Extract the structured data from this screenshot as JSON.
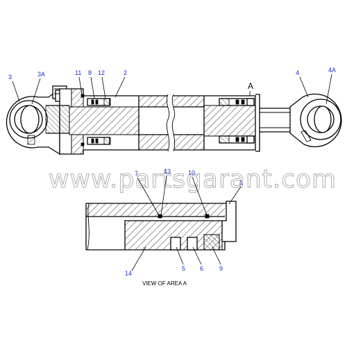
{
  "watermark": "www.partsgarant.com",
  "view_caption": "VIEW OF AREA A",
  "area_marker": "A",
  "callouts": {
    "c3": "3",
    "c3a": "3A",
    "c11": "11",
    "c8": "8",
    "c12": "12",
    "c2": "2",
    "c4": "4",
    "c4a": "4A",
    "c7": "7",
    "c13": "13",
    "c10": "10",
    "c1": "1",
    "c14": "14",
    "c5": "5",
    "c6": "6",
    "c9": "9"
  },
  "colors": {
    "callout": "#1a2fd0",
    "line": "#000000",
    "watermark": "#9a9a9a"
  }
}
